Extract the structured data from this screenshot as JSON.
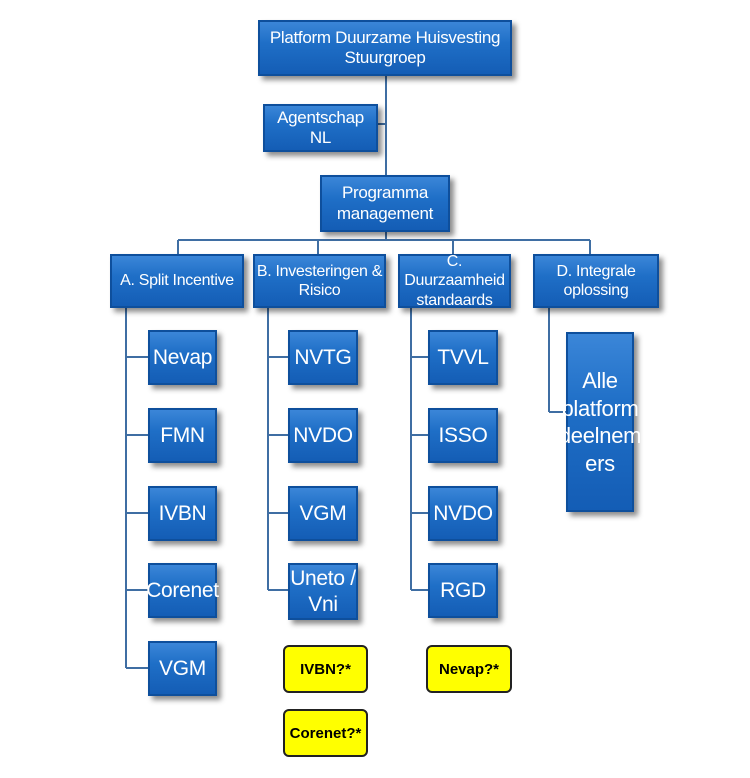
{
  "top": {
    "line1": "Platform Duurzame Huisvesting",
    "line2": "Stuurgroep"
  },
  "agency": "Agentschap NL",
  "program": {
    "line1": "Programma",
    "line2": "management"
  },
  "columns": {
    "a": {
      "line1": "A. Split Incentive",
      "items": [
        "Nevap",
        "FMN",
        "IVBN",
        "Corenet",
        "VGM"
      ]
    },
    "b": {
      "line1": "B. Investeringen &",
      "line2": "Risico",
      "items": [
        "NVTG",
        "NVDO",
        "VGM",
        "Uneto /",
        "Vni"
      ],
      "notes": [
        "IVBN?*",
        "Corenet?*"
      ]
    },
    "c": {
      "line1": "C. Duurzaamheid",
      "line2": "standaards",
      "items": [
        "TVVL",
        "ISSO",
        "NVDO",
        "RGD"
      ],
      "notes": [
        "Nevap?*"
      ]
    },
    "d": {
      "line1": "D. Integrale",
      "line2": "oplossing",
      "member": [
        "Alle",
        "platform",
        "deelnem",
        "ers"
      ]
    }
  },
  "colors": {
    "box": "#1f6fc7",
    "connector": "#3f6ea3",
    "note": "#ffff00"
  }
}
